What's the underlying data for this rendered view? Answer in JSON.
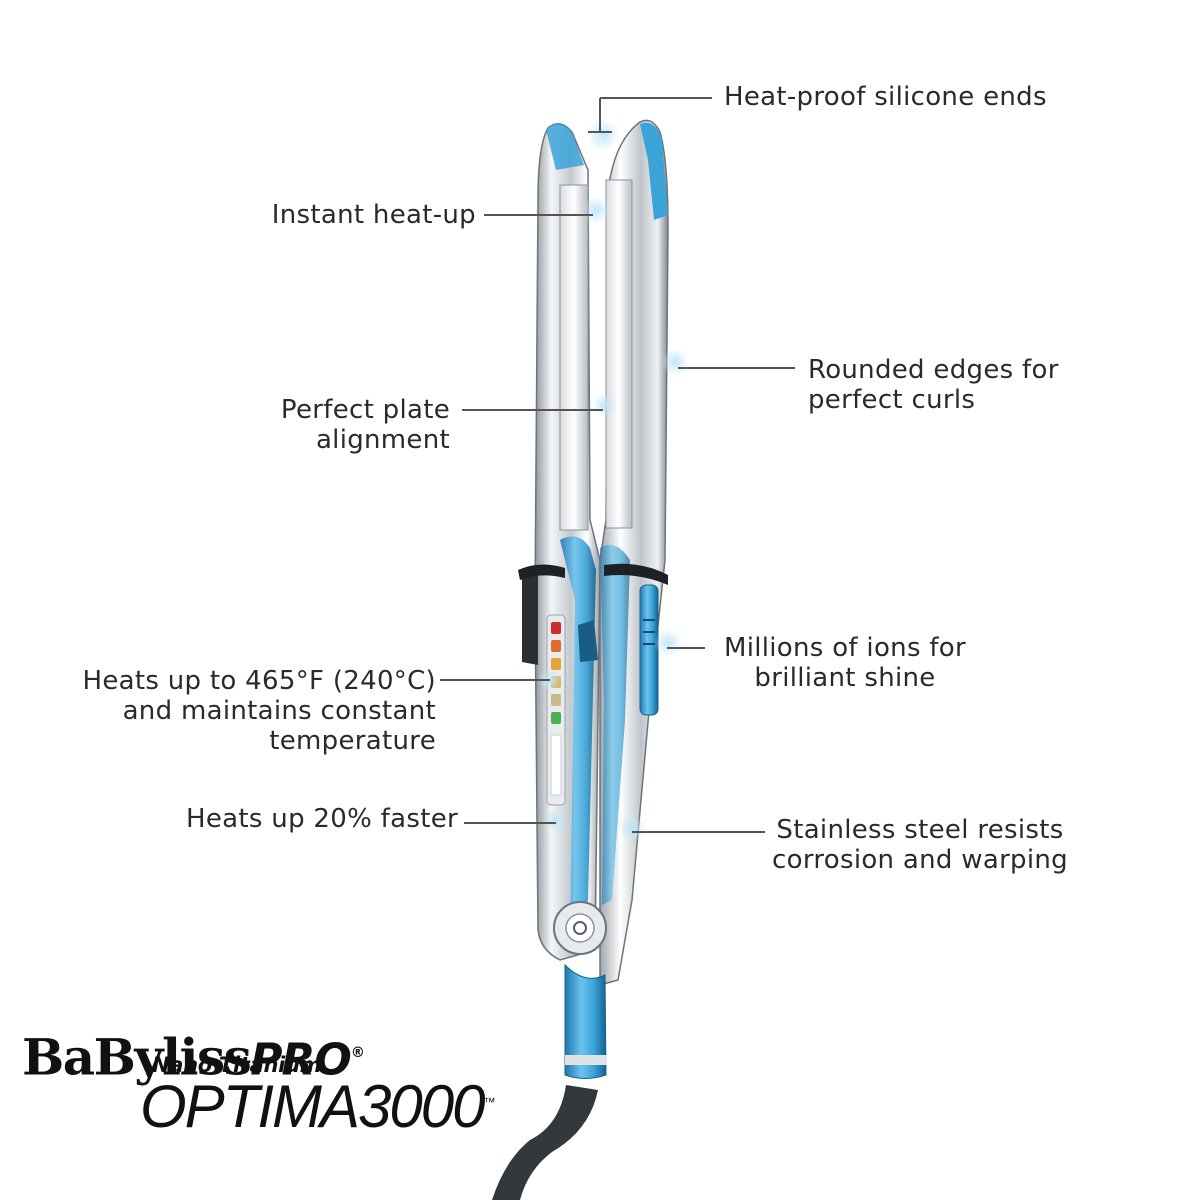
{
  "callouts": {
    "silicone_ends": "Heat-proof silicone ends",
    "instant_heat": "Instant heat-up",
    "rounded_edges": [
      "Rounded edges for",
      "perfect curls"
    ],
    "plate_alignment": [
      "Perfect plate",
      "alignment"
    ],
    "ions": [
      "Millions of ions for",
      "brilliant shine"
    ],
    "heats_up_to": [
      "Heats up to 465°F (240°C)",
      "and maintains constant",
      "temperature"
    ],
    "faster": "Heats up 20% faster",
    "stainless": [
      "Stainless steel resists",
      "corrosion and warping"
    ]
  },
  "brand": {
    "name": "BabylissPRO",
    "name_main": "BaByliss",
    "name_pro": "PRO",
    "registered": "®",
    "subline": "Nano Titanium",
    "model": "OPTIMA3000",
    "trademark": "™"
  },
  "colors": {
    "accent_blue": "#3aa3d8",
    "light_blue": "#8fd0f0",
    "chrome": "#c9ced3",
    "dark": "#2a2a2a"
  },
  "icons": {
    "power_button": "power-button-icon",
    "temperature_leds": "temperature-indicator-icon"
  }
}
